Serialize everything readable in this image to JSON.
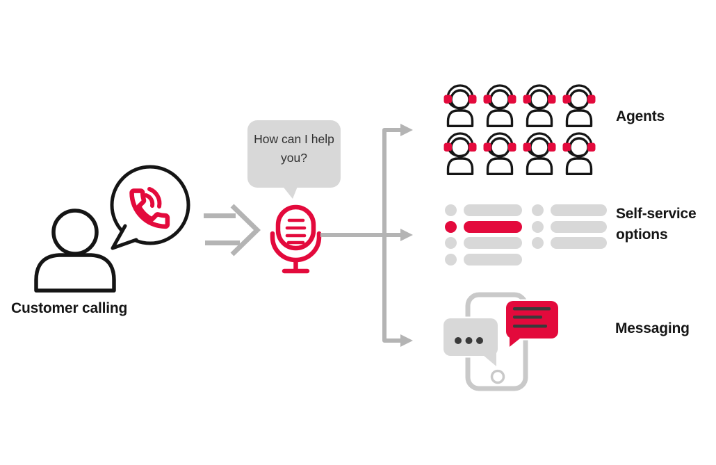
{
  "labels": {
    "customer": "Customer calling",
    "agents": "Agents",
    "self_service": "Self-service options",
    "messaging": "Messaging"
  },
  "assistant": {
    "bubble_text": "How can I help you?"
  },
  "agents": {
    "count": 8,
    "columns": 4
  },
  "self_service": {
    "left_rows": [
      "gray",
      "red",
      "gray",
      "gray"
    ],
    "right_rows": [
      "gray",
      "gray",
      "gray"
    ]
  },
  "colors": {
    "red": "#e30a3c",
    "ink": "#151515",
    "light_gray": "#d8d8d8",
    "line_gray": "#b4b4b4",
    "phone_gray": "#c9c9c9",
    "bubble_text": "#2f2f2f",
    "dark_gray": "#3a3a3a"
  },
  "icons": {
    "person-icon": "customer silhouette",
    "speech-bubble-phone-icon": "round speech bubble containing ringing phone handset",
    "flow-arrow-icon": "double-line right arrow",
    "assistant-bubble-icon": "gray speech bubble with tail",
    "microphone-icon": "voice assistant microphone",
    "branch-arrows-icon": "connector splitting to three arrows",
    "agent-icon": "person wearing headset",
    "self-service-row-icon": "bullet dot with pill bar",
    "smartphone-icon": "phone with home button",
    "typing-bubble-icon": "gray chat bubble with three dots",
    "message-bubble-icon": "red chat bubble with text lines"
  }
}
